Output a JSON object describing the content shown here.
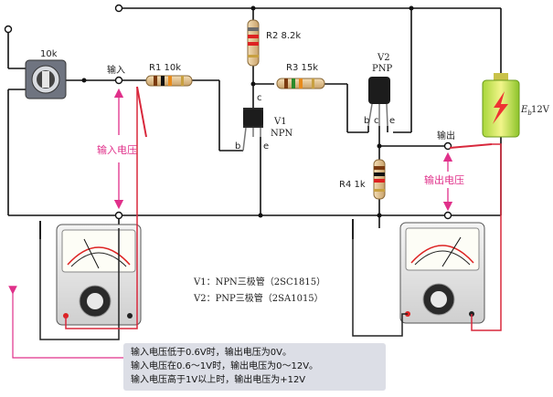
{
  "labels": {
    "pot": "10k",
    "input": "输入",
    "r1": "R1 10k",
    "r2": "R2 8.2k",
    "r3": "R3 15k",
    "r4": "R4 1k",
    "v1_name": "V1",
    "v1_type": "NPN",
    "v2_name": "V2",
    "v2_type": "PNP",
    "pin_c1": "c",
    "pin_b1": "b",
    "pin_e1": "e",
    "pin_b2": "b",
    "pin_c2": "c",
    "pin_e2": "e",
    "battery_sym": "E",
    "battery_sub": "b",
    "battery_val": "12V",
    "output": "输出",
    "input_voltage": "输入电压",
    "output_voltage": "输出电压"
  },
  "legend": {
    "v1": "V1：NPN三极管（2SC1815）",
    "v2": "V2：PNP三极管（2SA1015）"
  },
  "notes": [
    "输入电压低于0.6V时，输出电压为0V。",
    "输入电压在0.6～1V时，输出电压为0～12V。",
    "输入电压高于1V以上时，输出电压为+12V"
  ],
  "colors": {
    "wire": "#111111",
    "probe_red": "#d8283c",
    "annotation": "#e0308a",
    "note_bg": "#dcdee6"
  }
}
